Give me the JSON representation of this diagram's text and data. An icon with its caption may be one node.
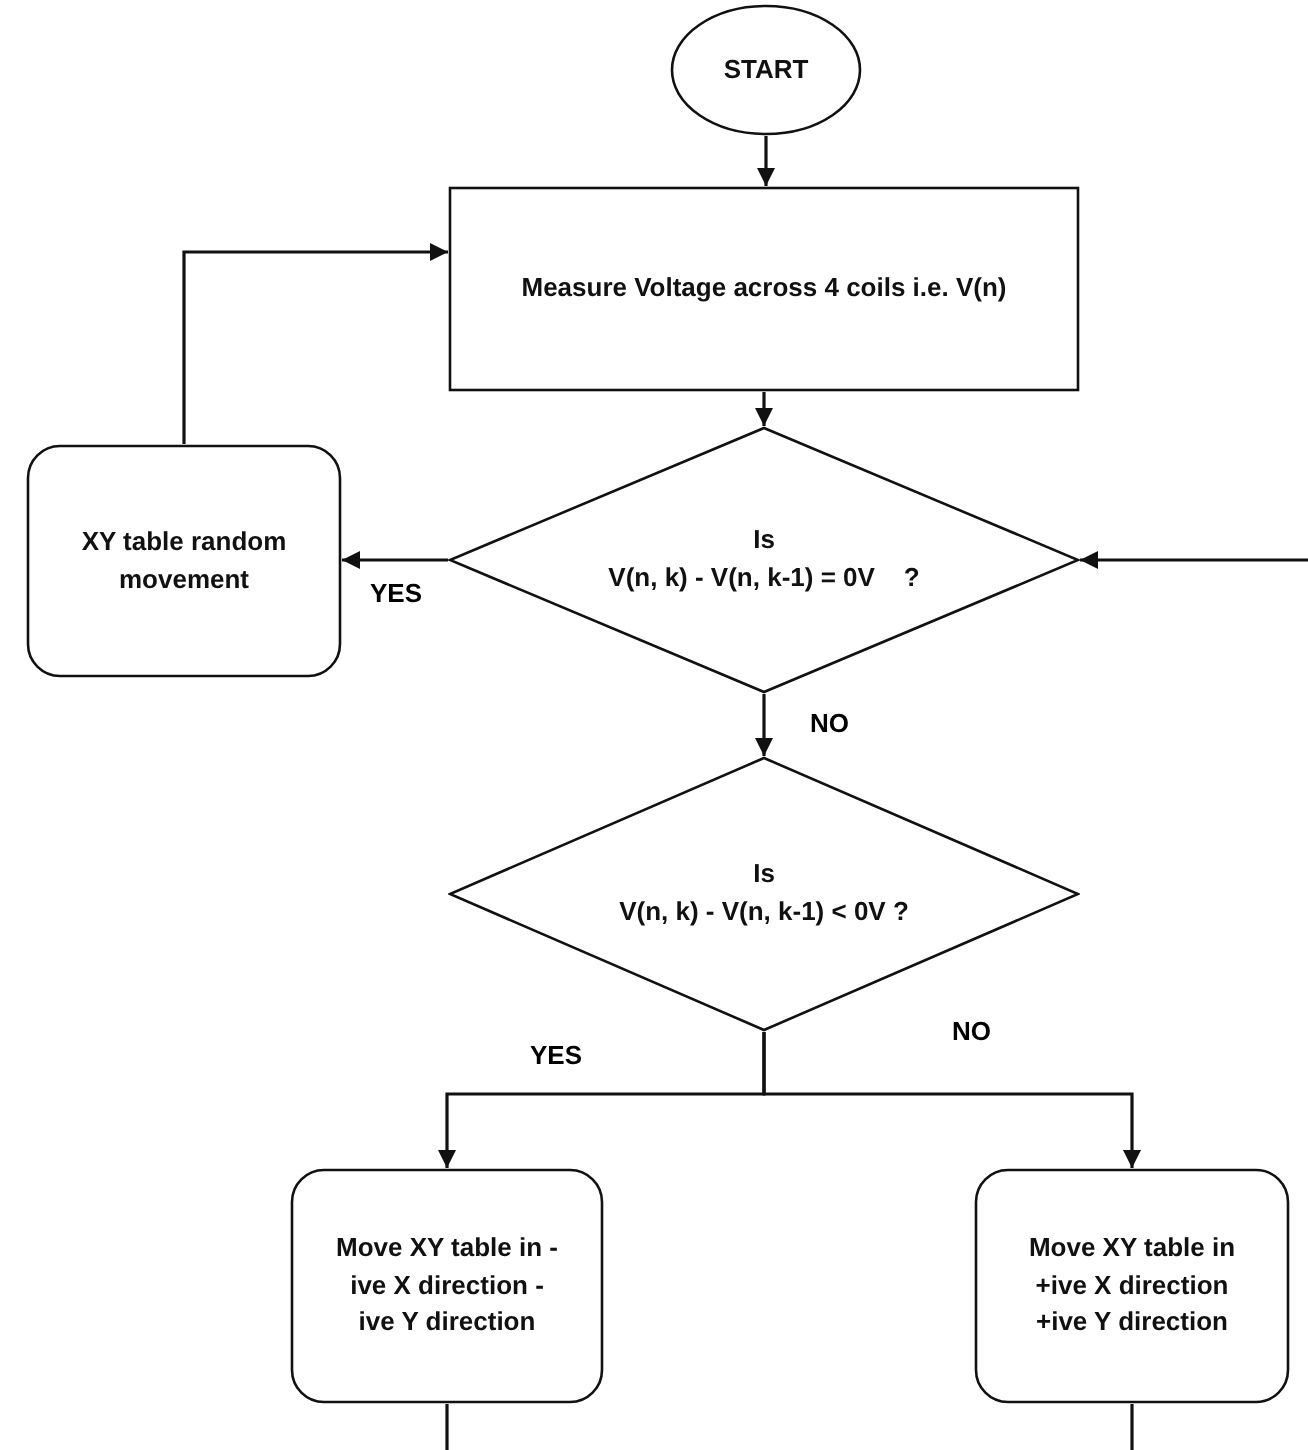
{
  "diagram": {
    "nodes": [
      {
        "text": [
          "START"
        ]
      },
      {
        "text": [
          "Measure Voltage across 4 coils i.e. V(n)"
        ]
      },
      {
        "text": [
          "Is",
          "V(n, k) - V(n, k-1) = 0V    ?"
        ]
      },
      {
        "text": [
          "XY table random movement"
        ]
      },
      {
        "text": [
          "Is",
          "V(n, k) - V(n, k-1) < 0V ?"
        ]
      },
      {
        "text": [
          "Move XY table in -ive X direction -ive Y direction"
        ]
      },
      {
        "text": [
          "Move XY table in +ive X direction +ive Y direction"
        ]
      }
    ],
    "edges": [
      {
        "from": 0,
        "to": 1,
        "arrow": "to"
      },
      {
        "from": 1,
        "to": 2,
        "arrow": "to"
      },
      {
        "from": 2,
        "to": 3,
        "arrow": "to",
        "label": "YES"
      },
      {
        "from": 3,
        "to": 1,
        "arrow": "to"
      },
      {
        "from": null,
        "to": 2,
        "arrow": "to"
      },
      {
        "from": 2,
        "to": 4,
        "arrow": "to",
        "label": "NO"
      },
      {
        "from": 4,
        "to": 5,
        "arrow": "to",
        "label": "YES"
      },
      {
        "from": 4,
        "to": 6,
        "arrow": "to",
        "label": "NO"
      },
      {
        "from": 5,
        "to": null,
        "arrow": "none"
      },
      {
        "from": 6,
        "to": null,
        "arrow": "none"
      }
    ]
  }
}
